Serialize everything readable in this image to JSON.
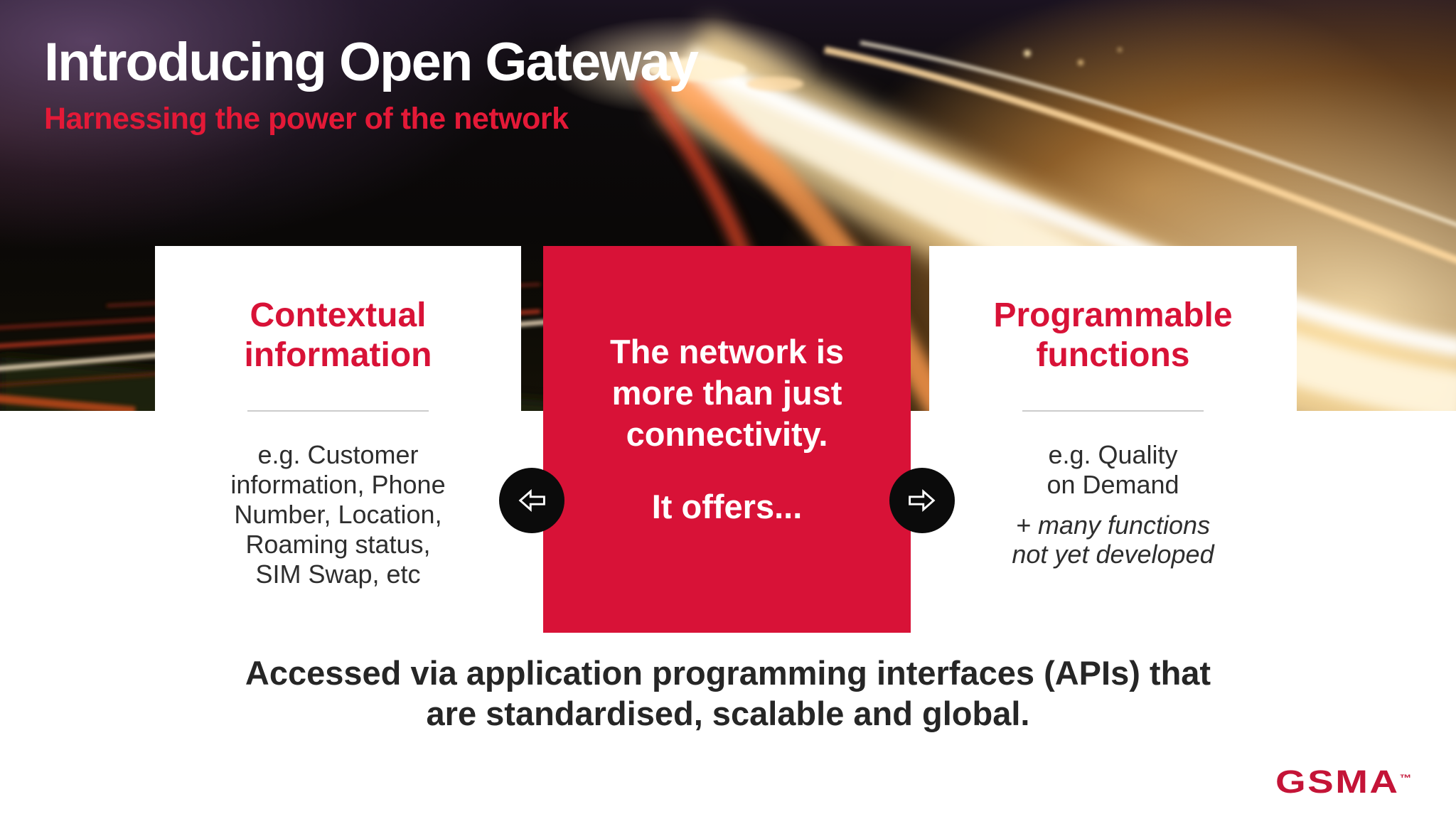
{
  "colors": {
    "red_primary": "#d81237",
    "red_subtitle": "#e41937",
    "red_logo": "#c41437",
    "text_dark": "#2e2e2e",
    "footer_text": "#262626",
    "divider_gray": "#cccccc",
    "circle_black": "#0b0b0b",
    "card_white": "#ffffff"
  },
  "header": {
    "title": "Introducing Open Gateway",
    "subtitle": "Harnessing the power of the network"
  },
  "cards": {
    "left": {
      "heading": "Contextual\ninformation",
      "body": "e.g. Customer\ninformation, Phone\nNumber, Location,\nRoaming status,\nSIM Swap, etc"
    },
    "center": {
      "message": "The network is\nmore than just\nconnectivity.",
      "message2": "It offers..."
    },
    "right": {
      "heading": "Programmable\nfunctions",
      "body": "e.g. Quality\non Demand",
      "note": "+ many functions\nnot yet developed"
    }
  },
  "arrows": {
    "left_icon": "arrow-left",
    "right_icon": "arrow-right"
  },
  "footer": {
    "statement": "Accessed via application programming interfaces (APIs) that\nare standardised, scalable and global.",
    "logo": "GSMA",
    "logo_tm": "™"
  }
}
